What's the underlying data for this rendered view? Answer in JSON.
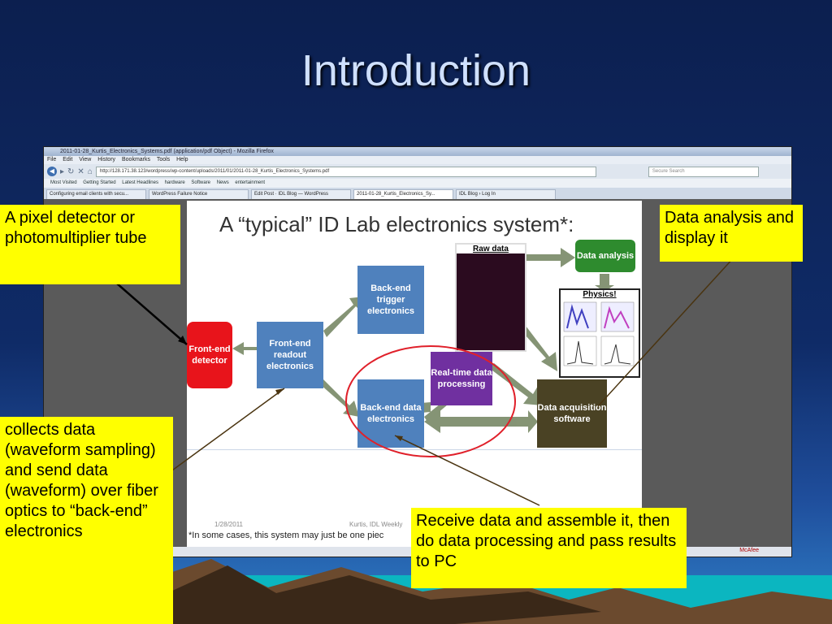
{
  "slide": {
    "title": "Introduction"
  },
  "browser": {
    "window_title": "2011-01-28_Kurtis_Electronics_Systems.pdf (application/pdf Object) - Mozilla Firefox",
    "menu": [
      "File",
      "Edit",
      "View",
      "History",
      "Bookmarks",
      "Tools",
      "Help"
    ],
    "url": "http://128.171.38.123/wordpress/wp-content/uploads/2011/01/2011-01-28_Kurtis_Electronics_Systems.pdf",
    "search_placeholder": "Secure Search",
    "bookmarks": [
      "Most Visited",
      "Getting Started",
      "Latest Headlines",
      "hardware",
      "Software",
      "News",
      "entertainment"
    ],
    "tabs": [
      "Configuring email clients with secu...",
      "WordPress Failure Notice",
      "Edit Post · IDL Blog — WordPress",
      "2011-01-28_Kurtis_Electronics_Sy...",
      "IDL Blog › Log In"
    ],
    "active_tab": 3,
    "statusbar_addon": "McAfee"
  },
  "pdf": {
    "title": "A “typical” ID Lab electronics system*:",
    "boxes": {
      "front_end": "Front-end detector",
      "readout": "Front-end readout electronics",
      "trigger": "Back-end trigger electronics",
      "backend": "Back-end data electronics",
      "realtime": "Real-time data processing",
      "daq": "Data acquisition software",
      "analysis": "Data analysis"
    },
    "raw_data_label": "Raw data",
    "physics_label": "Physics!",
    "date": "1/28/2011",
    "author": "Kurtis, IDL Weekly",
    "footnote": "*In some cases, this system may just be one piec"
  },
  "callouts": {
    "detector": "A pixel detector or photomultiplier tube",
    "analysis": "Data analysis and display it",
    "collects": "collects data (waveform sampling) and send data (waveform) over fiber optics to “back-end” electronics",
    "receive": "Receive data and assemble it, then do data processing and pass results to PC"
  }
}
